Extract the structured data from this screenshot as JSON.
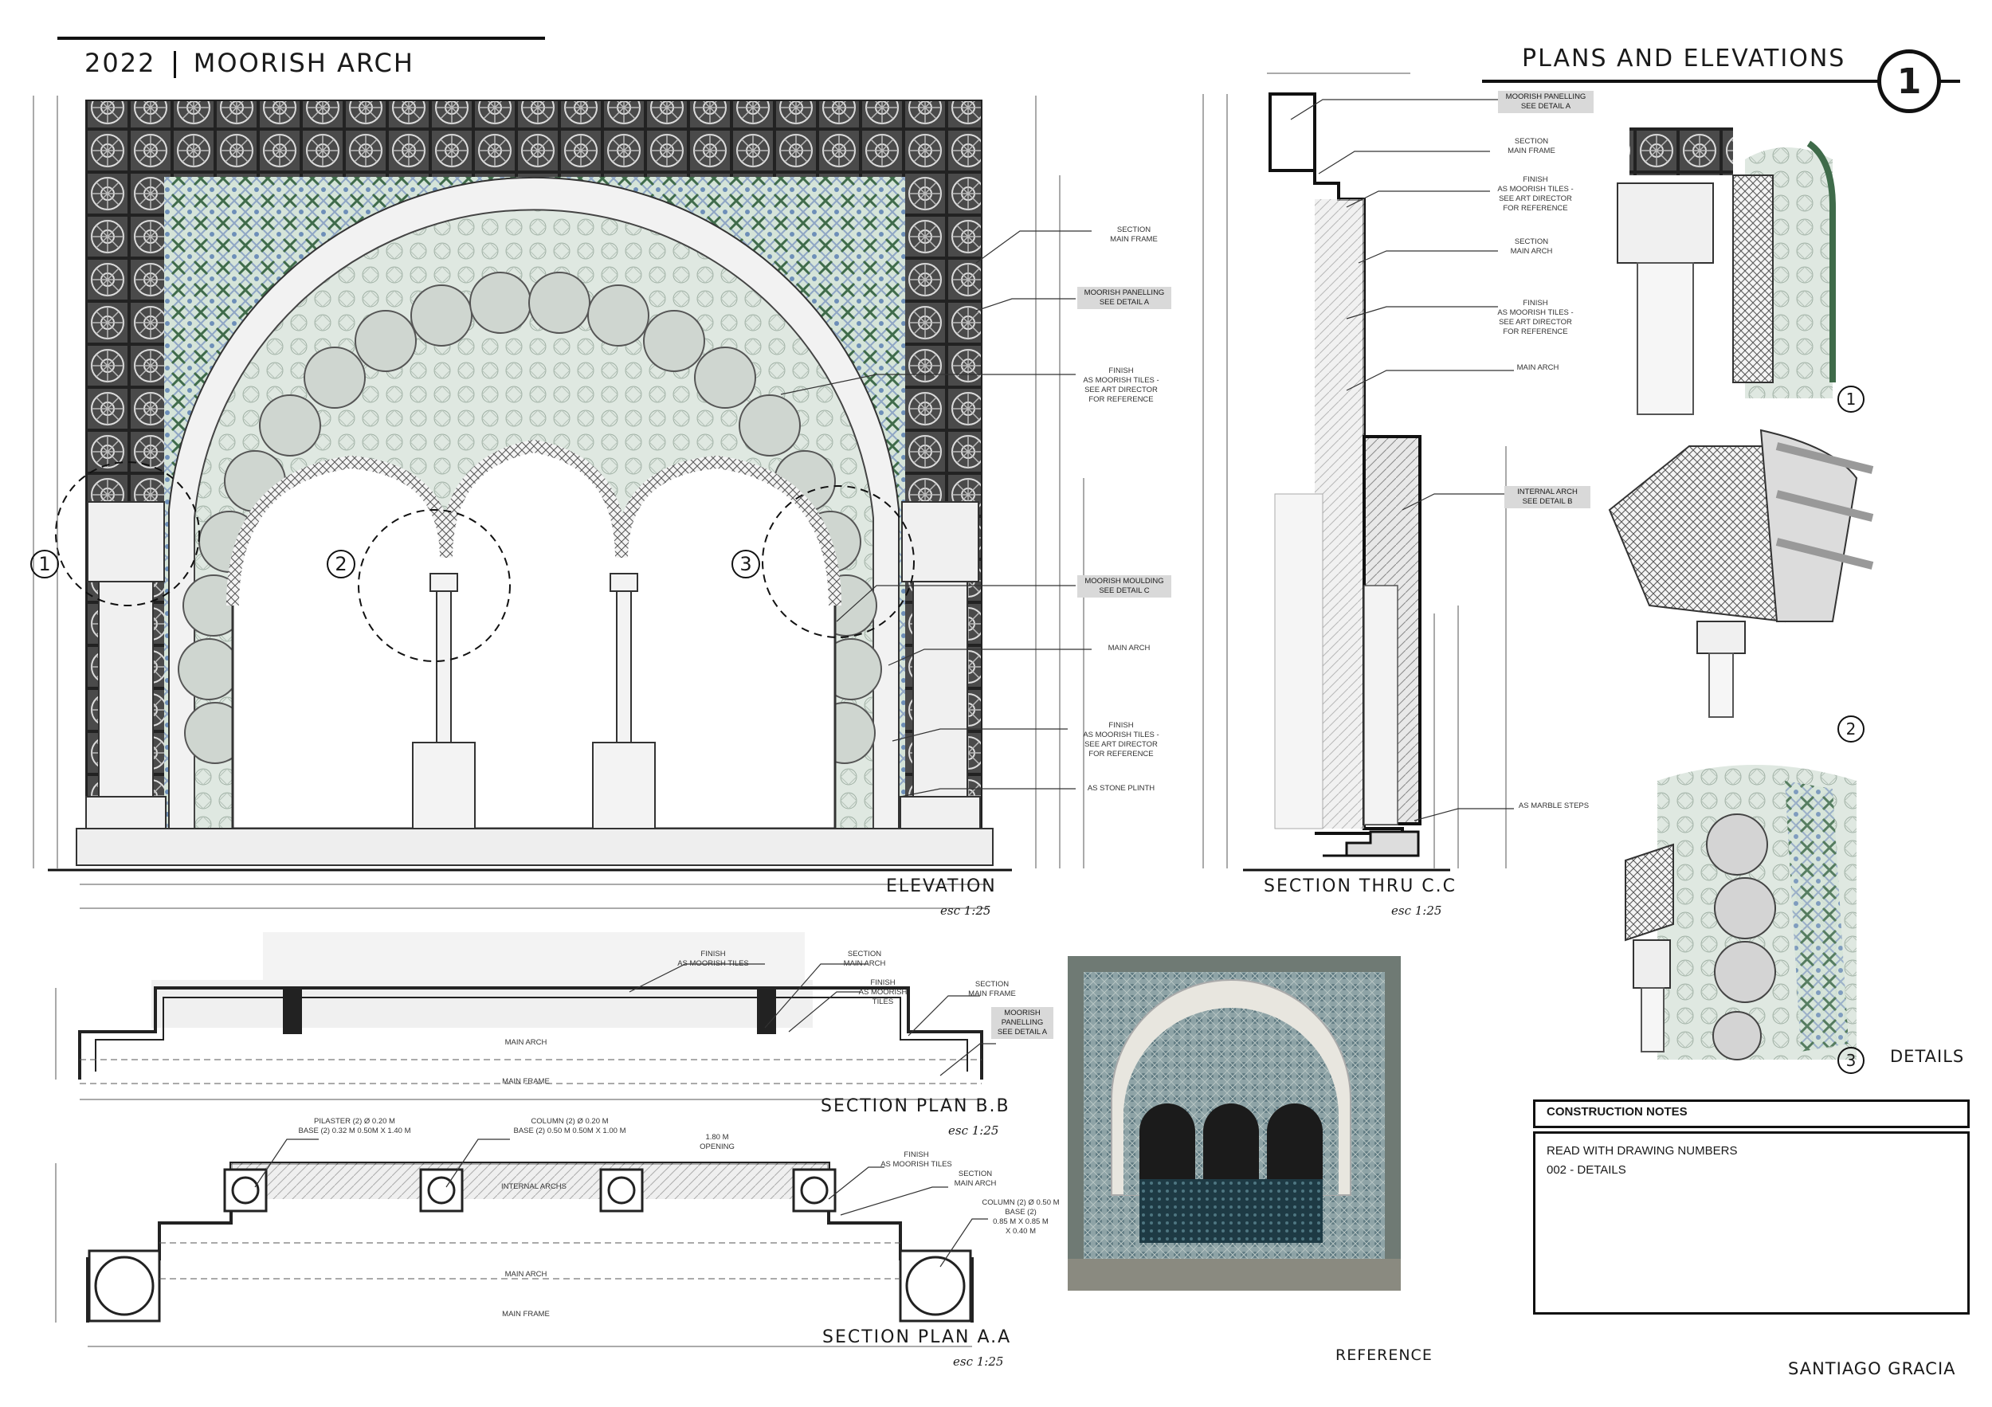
{
  "header": {
    "year": "2022",
    "project": "MOORISH ARCH",
    "sheet_title": "PLANS AND ELEVATIONS",
    "sheet_number": "1"
  },
  "views": {
    "elevation": {
      "label": "ELEVATION",
      "scale": "esc 1:25"
    },
    "section_cc": {
      "label": "SECTION THRU C.C",
      "scale": "esc 1:25"
    },
    "plan_bb": {
      "label": "SECTION PLAN B.B",
      "scale": "esc 1:25"
    },
    "plan_aa": {
      "label": "SECTION PLAN A.A",
      "scale": "esc 1:25"
    },
    "reference": {
      "label": "REFERENCE"
    },
    "details": {
      "label": "DETAILS"
    }
  },
  "elevation_callouts": {
    "section_main_frame": "SECTION\nMAIN FRAME",
    "moorish_panelling": "MOORISH PANELLING\nsee DETAIL A",
    "finish_tiles": "FINISH\nAS MOORISH TILES -\nSEE ART DIRECTOR\nFOR REFERENCE",
    "moorish_moulding": "MOORISH MOULDING\nsee DETAIL C",
    "main_arch": "MAIN ARCH",
    "finish_tiles_2": "FINISH\nAS MOORISH TILES -\nSEE ART DIRECTOR\nFOR REFERENCE",
    "stone_plinth": "AS STONE PLINTH",
    "detail_marks": [
      "1",
      "2",
      "3"
    ]
  },
  "section_callouts": {
    "moorish_panelling": "MOORISH PANELLING\nsee DETAIL A",
    "section_main_frame": "SECTION\nMAIN FRAME",
    "finish_tiles": "FINISH\nAS MOORISH TILES -\nSEE ART DIRECTOR\nFOR REFERENCE",
    "section_main_arch": "SECTION\nMAIN ARCH",
    "finish_tiles_2": "FINISH\nAS MOORISH TILES -\nSEE ART DIRECTOR\nFOR REFERENCE",
    "main_arch": "MAIN ARCH",
    "internal_arch": "INTERNAL ARCH\nsee DETAIL B",
    "marble_steps": "AS MARBLE STEPS"
  },
  "plan_bb_callouts": {
    "finish": "FINISH\nAS MOORISH TILES",
    "section_main_arch": "SECTION\nMAIN ARCH",
    "finish_2": "FINISH\nAS MOORISH\nTILES",
    "section_main_frame": "SECTION\nMAIN FRAME",
    "moorish_panelling": "MOORISH\nPANELLING\nsee DETAIL A",
    "main_arch": "MAIN ARCH",
    "main_frame": "MAIN FRAME"
  },
  "plan_aa_callouts": {
    "pilaster": "PILASTER (2) Ø 0.20 m\nBASE (2) 0.32 m 0.50m x 1.40 m",
    "column": "COLUMN (2) Ø 0.20 m\nBASE (2) 0.50 m 0.50m x 1.00 m",
    "opening": "1.80 m\nOPENING",
    "finish": "FINISH\nAS MOORISH TILES",
    "section_main_arch": "SECTION\nMAIN ARCH",
    "column_2": "COLUMN (2) Ø 0.50 m\nBASE (2)\n0.85 m x 0.85 m\nx 0.40 m",
    "internal_arches": "INTERNAL ARCHS",
    "main_arch": "MAIN ARCH",
    "main_frame": "MAIN FRAME"
  },
  "construction_notes": {
    "heading": "CONSTRUCTION NOTES",
    "lines": [
      "READ WITH DRAWING NUMBERS",
      "002 - DETAILS"
    ]
  },
  "author": "SANTIAGO GRACIA",
  "detail_numbers": [
    "1",
    "2",
    "3"
  ],
  "colors": {
    "ink": "#1a1a1a",
    "tile_green": "#c9dccf",
    "tile_blue": "#8fa6c4",
    "tile_dark": "#3f6b4a",
    "stone": "#eeeeee",
    "panel_dark": "#3b3b3b",
    "tag_grey": "#d9d9d9"
  }
}
